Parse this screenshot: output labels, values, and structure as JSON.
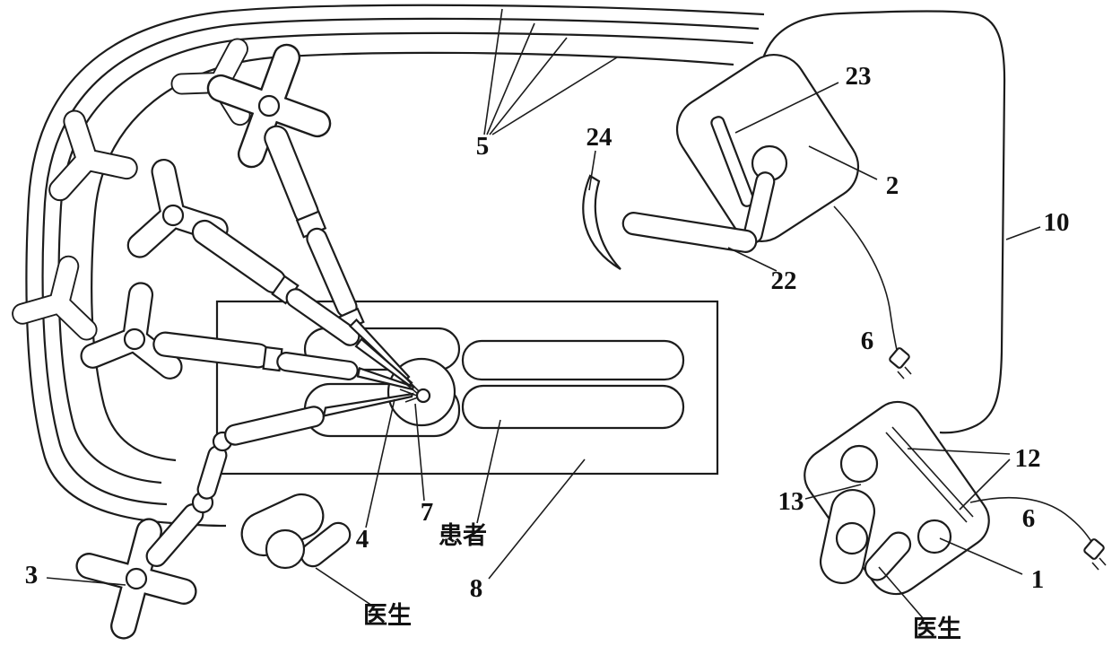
{
  "figure": {
    "colors": {
      "stroke": "#1c1c1c",
      "background": "#ffffff"
    },
    "callouts": {
      "n1": "1",
      "n2": "2",
      "n3": "3",
      "n4": "4",
      "n5": "5",
      "n6_top": "6",
      "n6_bottom": "6",
      "n7": "7",
      "n8": "8",
      "n10": "10",
      "n12": "12",
      "n13": "13",
      "n22": "22",
      "n23": "23",
      "n24": "24",
      "patient": "患者",
      "doctor_left": "医生",
      "doctor_right": "医生"
    }
  }
}
